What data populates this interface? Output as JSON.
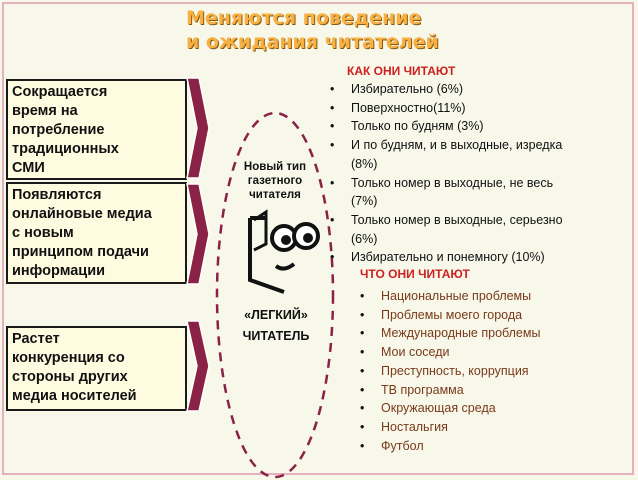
{
  "title": {
    "line1": "Меняются поведение",
    "line2": "и ожидания читателей"
  },
  "causes": [
    {
      "lines": [
        "Сокращается",
        "время на",
        "потребление",
        "традиционных",
        "СМИ"
      ]
    },
    {
      "lines": [
        "Появляются",
        "онлайновые медиа",
        "с новым",
        "принципом подачи",
        "информации"
      ]
    },
    {
      "lines": [
        "Растет",
        "конкуренция со",
        "стороны других",
        "медиа носителей"
      ]
    }
  ],
  "reader": {
    "type_lines": [
      "Новый тип",
      "газетного",
      "читателя"
    ],
    "easy": "«ЛЕГКИЙ»",
    "reader": "ЧИТАТЕЛЬ"
  },
  "how_they_read": {
    "heading": "КАК ОНИ ЧИТАЮТ",
    "items": [
      {
        "lines": [
          "Избирательно (6%)"
        ]
      },
      {
        "lines": [
          "Поверхностно(11%)"
        ]
      },
      {
        "lines": [
          "Только по будням (3%)"
        ]
      },
      {
        "lines": [
          "И по будням, и в выходные, изредка",
          "(8%)"
        ]
      },
      {
        "lines": [
          "Только номер в выходные, не весь",
          "(7%)"
        ]
      },
      {
        "lines": [
          "Только номер в выходные, серьезно",
          "(6%)"
        ]
      },
      {
        "lines": [
          "Избирательно и понемногу (10%)"
        ]
      }
    ]
  },
  "what_they_read": {
    "heading": "ЧТО ОНИ ЧИТАЮТ",
    "items": [
      "Национальные проблемы",
      "Проблемы моего города",
      "Международные проблемы",
      "Мои соседи",
      "Преступность, коррупция",
      "ТВ программа",
      "Окружающая среда",
      "Ностальгия",
      "Футбол"
    ]
  },
  "colors": {
    "title": "#f7b041",
    "heading": "#cc2222",
    "topic": "#7a3a1a",
    "arrow": "#8a2246",
    "ellipse": "#8a2246"
  }
}
